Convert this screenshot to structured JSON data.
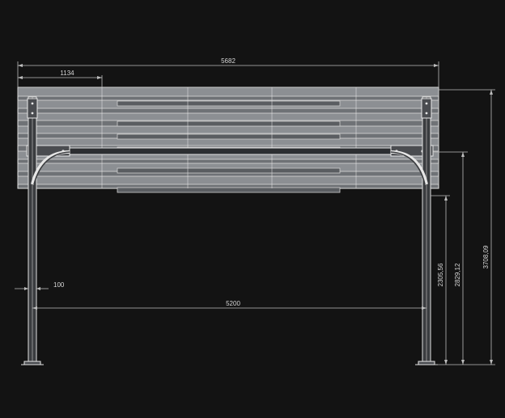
{
  "dimensions": {
    "overall_width": "5682",
    "panel_section_width": "1134",
    "post_spacing": "5200",
    "post_width": "100",
    "height_1": "2305,56",
    "height_2": "2829,12",
    "height_3": "3708,09"
  },
  "colors": {
    "background": "#131313",
    "lines": "#e6e6e6",
    "slat_fill": "#8c8f93"
  }
}
